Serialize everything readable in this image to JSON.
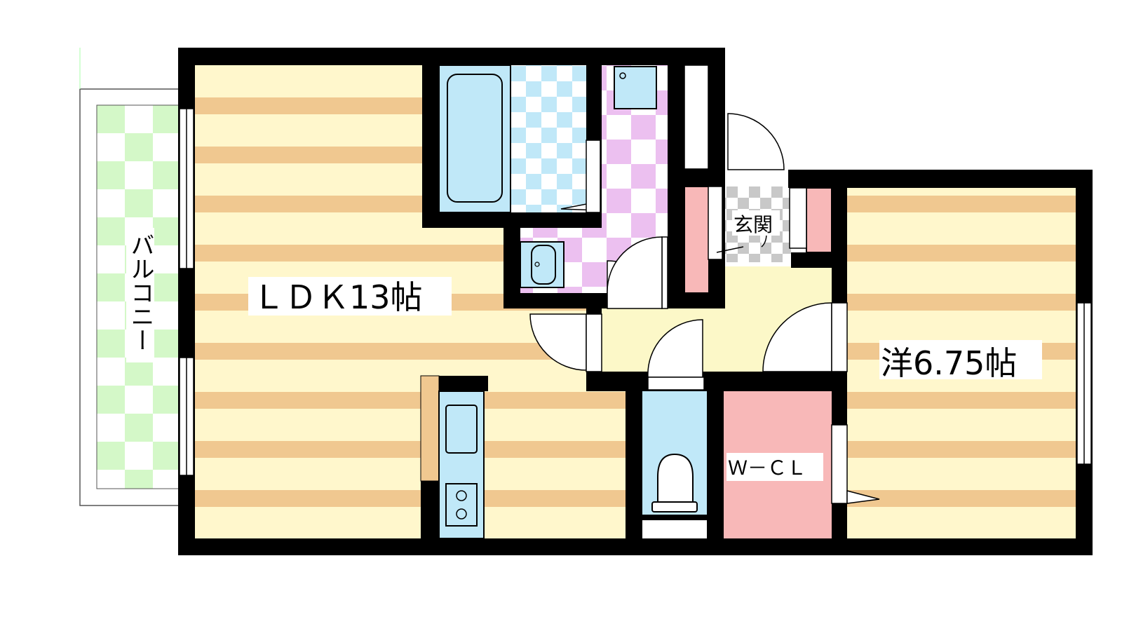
{
  "rooms": {
    "ldk": "ＬＤＫ13帖",
    "western": "洋6.75帖",
    "entrance": "玄関",
    "walk_in_closet": "Ｗ－ＣＬ",
    "balcony": "バルコニー"
  },
  "colors": {
    "wall": "#000000",
    "floor_stripe_light": "#fff7cc",
    "floor_stripe_dark": "#f0c890",
    "bath_blue": "#c0e8f8",
    "washroom_pink": "#ecc0f0",
    "balcony_green": "#d4f8c8",
    "closet_pink": "#f8b8b8",
    "hall_yellow": "#fcf8c8",
    "entrance_gray": "#c8c8c8"
  }
}
